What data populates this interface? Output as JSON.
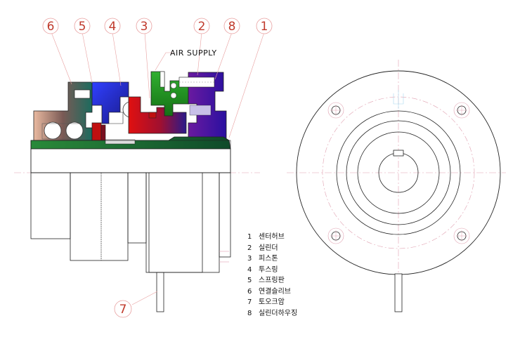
{
  "callouts": [
    {
      "number": "6"
    },
    {
      "number": "5"
    },
    {
      "number": "4"
    },
    {
      "number": "3"
    },
    {
      "number": "2"
    },
    {
      "number": "8"
    },
    {
      "number": "1"
    },
    {
      "number": "7"
    }
  ],
  "annotation": "AIR  SUPPLY",
  "legend": [
    {
      "number": "1",
      "label": "센터허브"
    },
    {
      "number": "2",
      "label": "실린더"
    },
    {
      "number": "3",
      "label": "피스톤"
    },
    {
      "number": "4",
      "label": "투스링"
    },
    {
      "number": "5",
      "label": "스프링판"
    },
    {
      "number": "6",
      "label": "연결슬리브"
    },
    {
      "number": "7",
      "label": "토오크암"
    },
    {
      "number": "8",
      "label": "실린더하우징"
    }
  ],
  "colors": {
    "callout": "#c0392b",
    "leader": "#e8a0a0",
    "part_1_center_hub": "#1e7a3a",
    "part_2_cylinder": "#b07890",
    "part_3_piston": "#1f9a1f",
    "part_4_tooth_ring": "#2233cc",
    "part_5_spring_plate": "#c01010",
    "part_6_sleeve": "#7a4a2a",
    "part_8_cylinder_housing": "#3a1aa0"
  }
}
